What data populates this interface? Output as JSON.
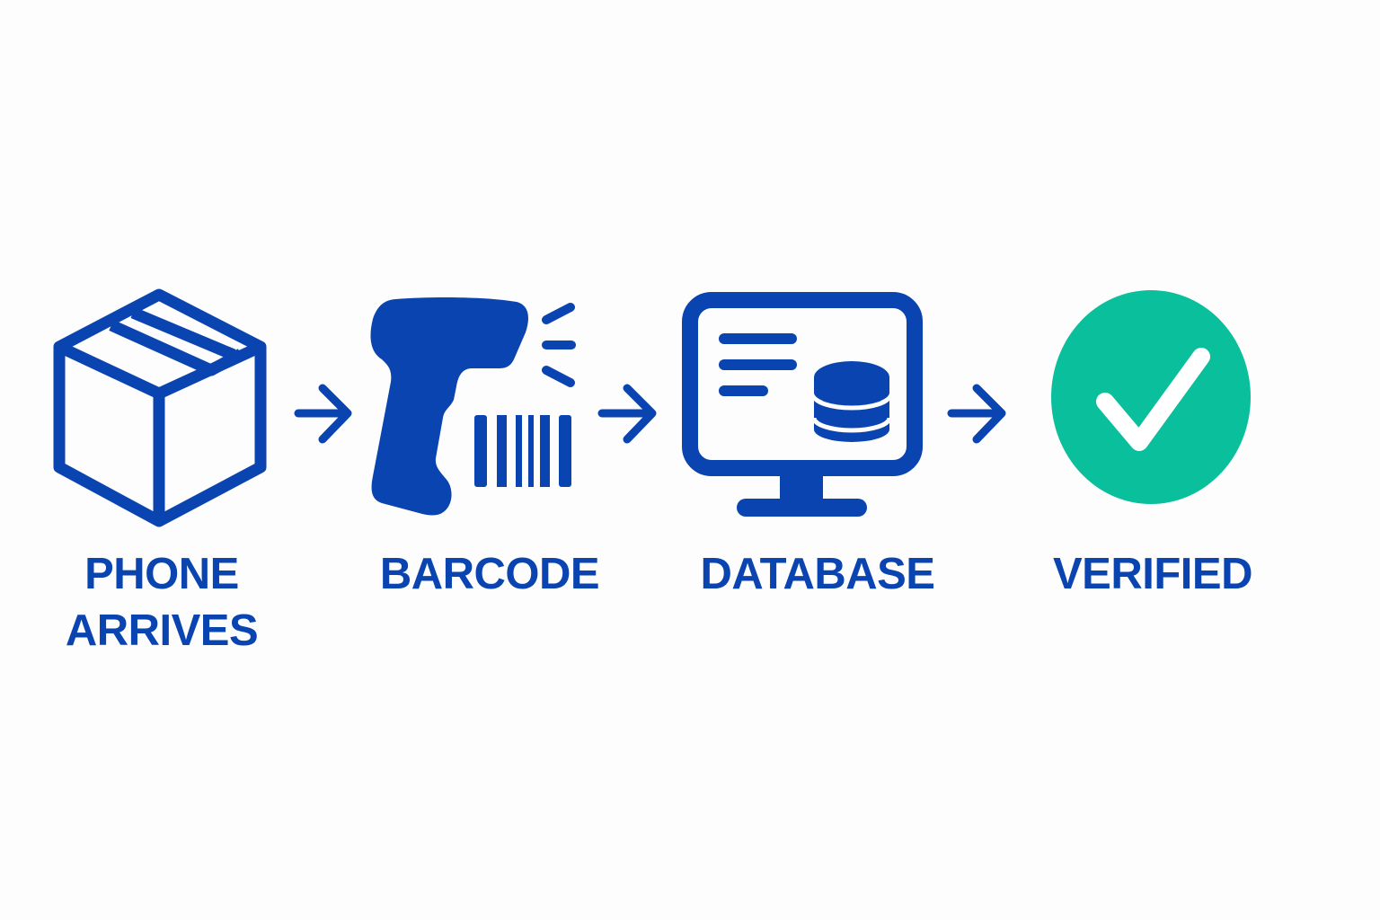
{
  "colors": {
    "primary": "#0a44b0",
    "success": "#0abf9b",
    "background": "#fdfdfd"
  },
  "steps": [
    {
      "icon": "package-box-icon",
      "label_lines": [
        "PHONE",
        "ARRIVES"
      ]
    },
    {
      "icon": "barcode-scanner-icon",
      "label_lines": [
        "BARCODE"
      ]
    },
    {
      "icon": "monitor-database-icon",
      "label_lines": [
        "DATABASE"
      ]
    },
    {
      "icon": "check-circle-icon",
      "label_lines": [
        "VERIFIED"
      ]
    }
  ],
  "connectors": [
    "arrow-right-icon",
    "arrow-right-icon",
    "arrow-right-icon"
  ]
}
